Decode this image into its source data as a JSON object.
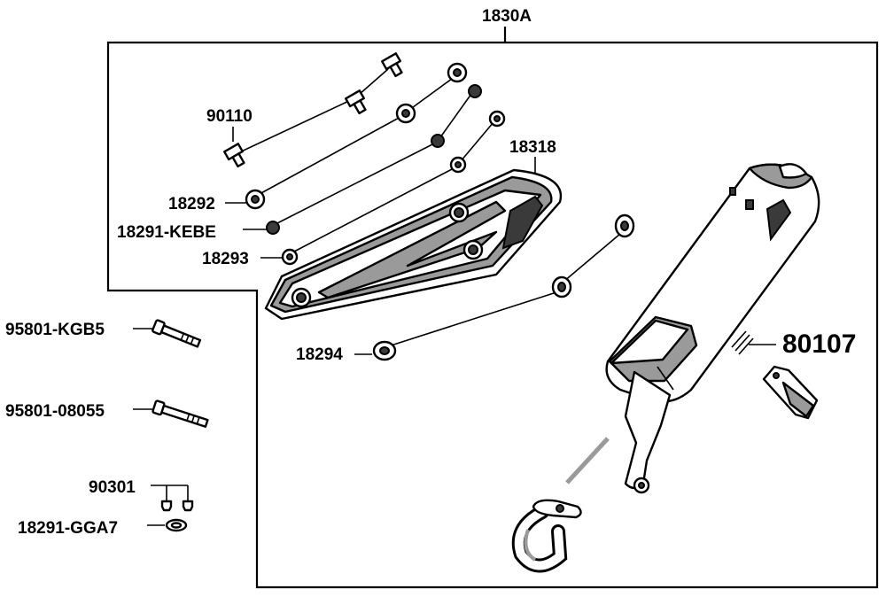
{
  "labels": {
    "assembly": "1830A",
    "bolt_top": "90110",
    "washer_a": "18292",
    "nut_kebe": "18291-KEBE",
    "washer_b": "18293",
    "heat_guard": "18318",
    "washer_c": "18294",
    "label_80107": "80107",
    "bolt_kgb5": "95801-KGB5",
    "bolt_08055": "95801-08055",
    "nut_90301": "90301",
    "gasket_gga7": "18291-GGA7"
  },
  "colors": {
    "line": "#000000",
    "part_fill": "#ffffff",
    "shade": "#9a9a9a",
    "dark": "#3a3a3a"
  }
}
